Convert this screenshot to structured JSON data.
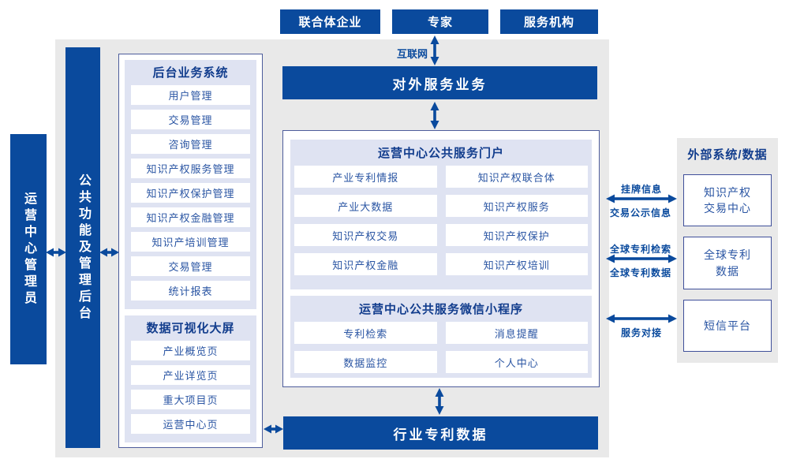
{
  "actors": [
    {
      "label": "联合体企业"
    },
    {
      "label": "专家"
    },
    {
      "label": "服务机构"
    }
  ],
  "labels": {
    "internet": "互联网"
  },
  "bars": {
    "external_service": "对外服务业务",
    "industry_patent": "行业专利数据",
    "admin": "运营中心管理员",
    "backend_column": "公共功能及管理后台"
  },
  "backend_system": {
    "title": "后台业务系统",
    "items": [
      "用户管理",
      "交易管理",
      "咨询管理",
      "知识产权服务管理",
      "知识产权保护管理",
      "知识产权金融管理",
      "知识产培训管理",
      "交易管理",
      "统计报表"
    ]
  },
  "data_visualization": {
    "title": "数据可视化大屏",
    "items": [
      "产业概览页",
      "产业详览页",
      "重大项目页",
      "运营中心页"
    ]
  },
  "portal": {
    "title": "运营中心公共服务门户",
    "items": [
      "产业专利情报",
      "知识产权联合体",
      "产业大数据",
      "知识产权服务",
      "知识产权交易",
      "知识产权保护",
      "知识产权金融",
      "知识产权培训"
    ]
  },
  "miniprogram": {
    "title": "运营中心公共服务微信小程序",
    "items": [
      "专利检索",
      "消息提醒",
      "数据监控",
      "个人中心"
    ]
  },
  "external_panel": {
    "title": "外部系统/数据",
    "systems": [
      {
        "lines": [
          "知识产权",
          "交易中心"
        ]
      },
      {
        "lines": [
          "全球专利",
          "数据"
        ]
      },
      {
        "lines": [
          "短信平台"
        ]
      }
    ]
  },
  "link_labels": {
    "l1_top": "挂牌信息",
    "l1_bottom": "交易公示信息",
    "l2_top": "全球专利检索",
    "l2_bottom": "全球专利数据",
    "l3_bottom": "服务对接"
  },
  "colors": {
    "brand": "#0a4a9d",
    "panel": "#dfe3f2",
    "box_border": "#4d5c9b",
    "background": "#e9e9e9",
    "item_text": "#2a55a3",
    "header_text": "#123d8d"
  }
}
